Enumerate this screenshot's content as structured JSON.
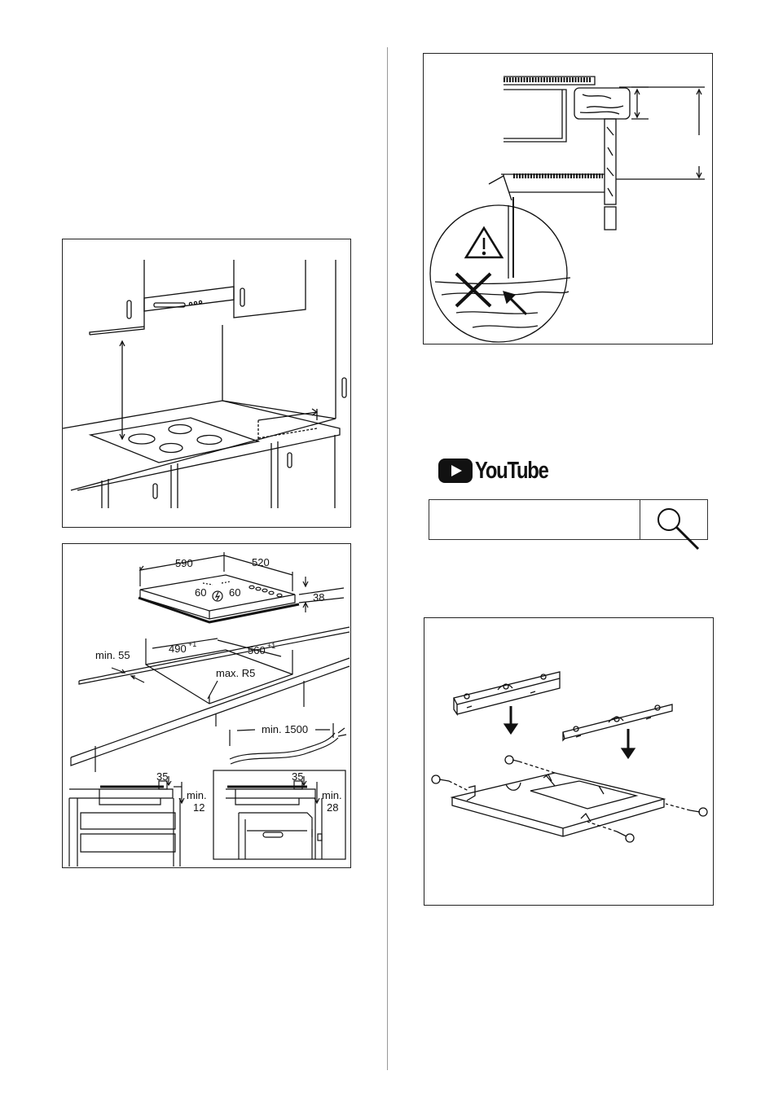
{
  "page": {
    "background": "#ffffff",
    "line_color": "#222222"
  },
  "fig_clearance": {
    "icon": "hood-above-hob-illustration"
  },
  "fig_dimensions": {
    "hob_width": "590",
    "hob_depth": "520",
    "edge_left": "60",
    "edge_right": "60",
    "hob_height": "38",
    "cutout_width": "490",
    "cutout_width_tol": "+1",
    "cutout_depth": "560",
    "cutout_depth_tol": "+1",
    "min_front": "min. 55",
    "corner_radius": "max. R5",
    "cable_length": "min. 1500",
    "left_detail": {
      "depth": "35",
      "min_label": "min.",
      "min_value": "12"
    },
    "right_detail": {
      "depth": "35",
      "min_label": "min.",
      "min_value": "28"
    }
  },
  "fig_warning": {
    "icons": [
      "warning-triangle-icon",
      "cross-icon",
      "arrow-icon"
    ]
  },
  "youtube": {
    "label": "YouTube",
    "icon": "youtube-play-icon"
  },
  "search": {
    "placeholder": "",
    "value": "",
    "icon": "magnifier-icon"
  },
  "fig_brackets": {
    "icons": [
      "bracket",
      "screw-icon",
      "arrow-down-icon"
    ]
  }
}
